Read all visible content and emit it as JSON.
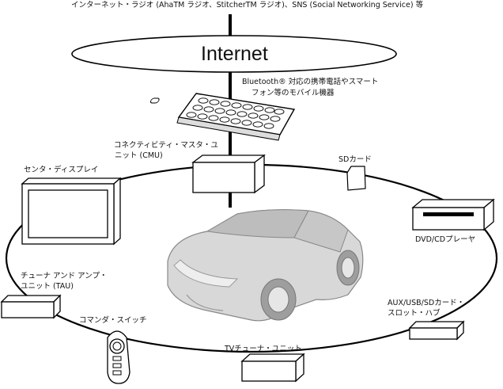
{
  "top_caption": "インターネット・ラジオ (AhaTM ラジオ、StitcherTM ラジオ)、SNS (Social Networking Service) 等",
  "internet_label": "Internet",
  "mobile": {
    "line1": "Bluetooth® 対応の携帯電話やスマート",
    "line2": "フォン等のモバイル機器"
  },
  "cmu": {
    "line1": "コネクティビティ・マスタ・ユ",
    "line2": "ニット (CMU)"
  },
  "sd_card": "SDカード",
  "center_display": "センタ・ディスプレイ",
  "dvd_player": "DVD/CDプレーヤ",
  "tuner_amp": {
    "line1": "チューナ アンド アンプ・",
    "line2": "ユニット (TAU)"
  },
  "commander_switch": "コマンダ・スイッチ",
  "aux_hub": {
    "line1": "AUX/USB/SDカード・",
    "line2": "スロット・ハブ"
  },
  "tv_tuner": "TVチューナ・ユニット"
}
